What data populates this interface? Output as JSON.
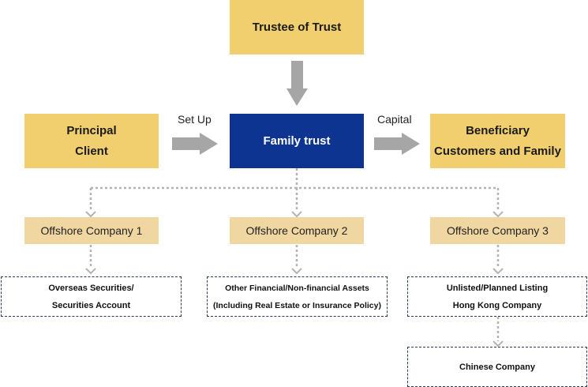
{
  "trustee": {
    "label": "Trustee of Trust"
  },
  "principal": {
    "line1": "Principal",
    "line2": "Client"
  },
  "family_trust": {
    "label": "Family trust"
  },
  "beneficiary": {
    "line1": "Beneficiary",
    "line2": "Customers and Family"
  },
  "arrows": {
    "set_up": "Set Up",
    "capital": "Capital"
  },
  "offshore": [
    {
      "label": "Offshore Company 1"
    },
    {
      "label": "Offshore Company 2"
    },
    {
      "label": "Offshore Company 3"
    }
  ],
  "assets": {
    "a1_line1": "Overseas Securities/",
    "a1_line2": "Securities Account",
    "a2_line1": "Other Financial/Non-financial Assets",
    "a2_line2": "(Including Real Estate or Insurance Policy)",
    "a3_line1": "Unlisted/Planned Listing",
    "a3_line2": "Hong Kong Company",
    "a4": "Chinese Company"
  },
  "colors": {
    "gold": "#f2cf6e",
    "navy": "#0d3491",
    "tan": "#f0d7a2",
    "arrow_gray": "#a6a6a6",
    "dotted_gray": "#b3b3b3"
  }
}
